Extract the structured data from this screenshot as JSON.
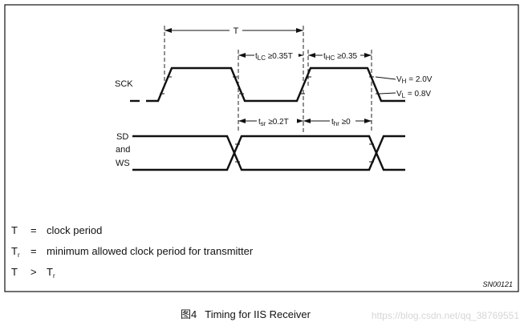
{
  "signals": {
    "sck": "SCK",
    "sd": "SD",
    "and": "and",
    "ws": "WS"
  },
  "timing": {
    "period": "T",
    "tlc_sym": "t",
    "tlc_sub": "LC",
    "tlc_val": " ≥0.35T",
    "thc_sym": "t",
    "thc_sub": "HC",
    "thc_val": " ≥0.35",
    "tsr_sym": "t",
    "tsr_sub": "sr",
    "tsr_val": " ≥0.2T",
    "thr_sym": "t",
    "thr_sub": "hr",
    "thr_val": " ≥0"
  },
  "levels": {
    "vh_sym": "V",
    "vh_sub": "H",
    "vh_val": " = 2.0V",
    "vl_sym": "V",
    "vl_sub": "L",
    "vl_val": " = 0.8V"
  },
  "legend": [
    {
      "sym": "T",
      "sub": "",
      "op": "=",
      "text": "clock period",
      "sub2": ""
    },
    {
      "sym": "T",
      "sub": "r",
      "op": "=",
      "text": "minimum allowed clock period for transmitter",
      "sub2": ""
    },
    {
      "sym": "T",
      "sub": "",
      "op": ">",
      "text": "T",
      "sub2": "r"
    }
  ],
  "doc_code": "SN00121",
  "caption": {
    "fig": "图4",
    "title": "Timing for IIS Receiver"
  },
  "watermark": "https://blog.csdn.net/qq_38769551"
}
